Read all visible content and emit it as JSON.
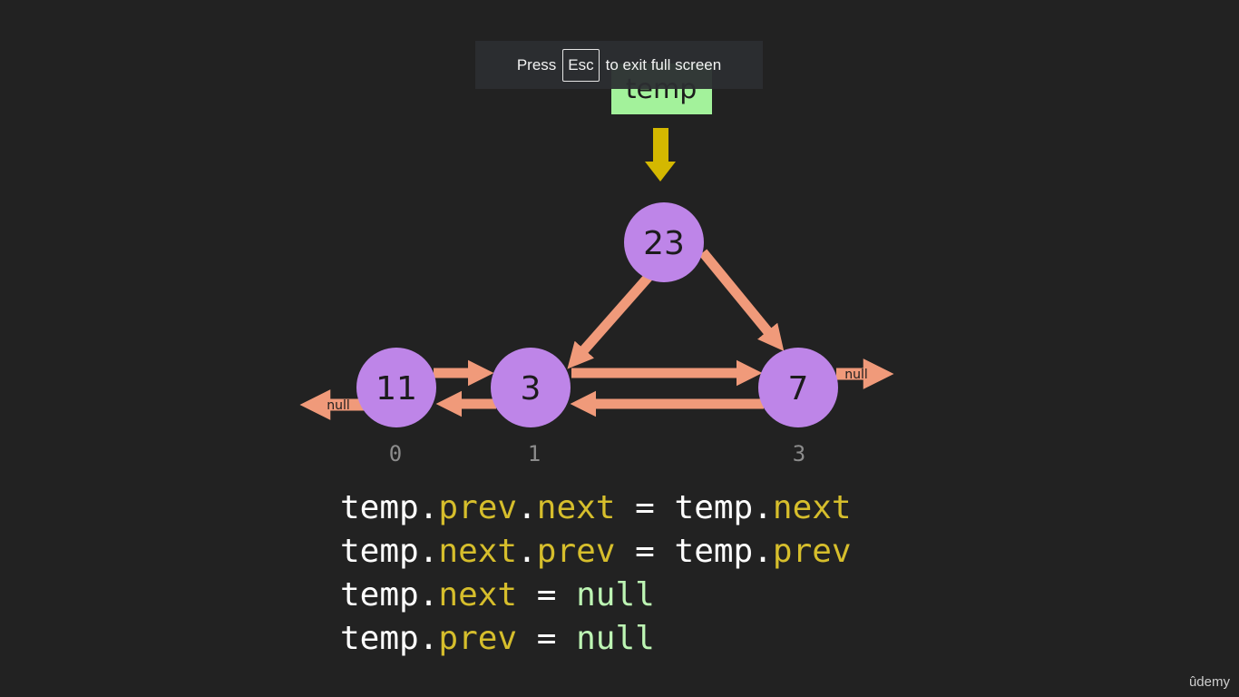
{
  "temp_box": {
    "label": "temp",
    "fill": "#a3f29b",
    "arrow_color": "#d4b800"
  },
  "nodes": [
    {
      "id": "node-11",
      "value": "11",
      "index": "0"
    },
    {
      "id": "node-3",
      "value": "3",
      "index": "1"
    },
    {
      "id": "node-23",
      "value": "23",
      "index": ""
    },
    {
      "id": "node-7",
      "value": "7",
      "index": "3"
    }
  ],
  "null_labels": {
    "left": "null",
    "right": "null"
  },
  "colors": {
    "node_fill": "#be85e8",
    "pointer_arrow": "#f09a7a",
    "background": "#222222"
  },
  "fullscreen_notice": {
    "before": "Press",
    "key": "Esc",
    "after": "to exit full screen"
  },
  "code_lines": [
    [
      {
        "text": "temp",
        "role": "ident"
      },
      {
        "text": ".",
        "role": "ident"
      },
      {
        "text": "prev",
        "role": "prop"
      },
      {
        "text": ".",
        "role": "ident"
      },
      {
        "text": "next",
        "role": "prop"
      },
      {
        "text": " = ",
        "role": "ident"
      },
      {
        "text": "temp",
        "role": "ident"
      },
      {
        "text": ".",
        "role": "ident"
      },
      {
        "text": "next",
        "role": "prop"
      }
    ],
    [
      {
        "text": "temp",
        "role": "ident"
      },
      {
        "text": ".",
        "role": "ident"
      },
      {
        "text": "next",
        "role": "prop"
      },
      {
        "text": ".",
        "role": "ident"
      },
      {
        "text": "prev",
        "role": "prop"
      },
      {
        "text": " = ",
        "role": "ident"
      },
      {
        "text": "temp",
        "role": "ident"
      },
      {
        "text": ".",
        "role": "ident"
      },
      {
        "text": "prev",
        "role": "prop"
      }
    ],
    [
      {
        "text": "temp",
        "role": "ident"
      },
      {
        "text": ".",
        "role": "ident"
      },
      {
        "text": "next",
        "role": "prop"
      },
      {
        "text": " = ",
        "role": "ident"
      },
      {
        "text": "null",
        "role": "nullkw"
      }
    ],
    [
      {
        "text": "temp",
        "role": "ident"
      },
      {
        "text": ".",
        "role": "ident"
      },
      {
        "text": "prev",
        "role": "prop"
      },
      {
        "text": " = ",
        "role": "ident"
      },
      {
        "text": "null",
        "role": "nullkw"
      }
    ]
  ],
  "watermark": "ûdemy"
}
